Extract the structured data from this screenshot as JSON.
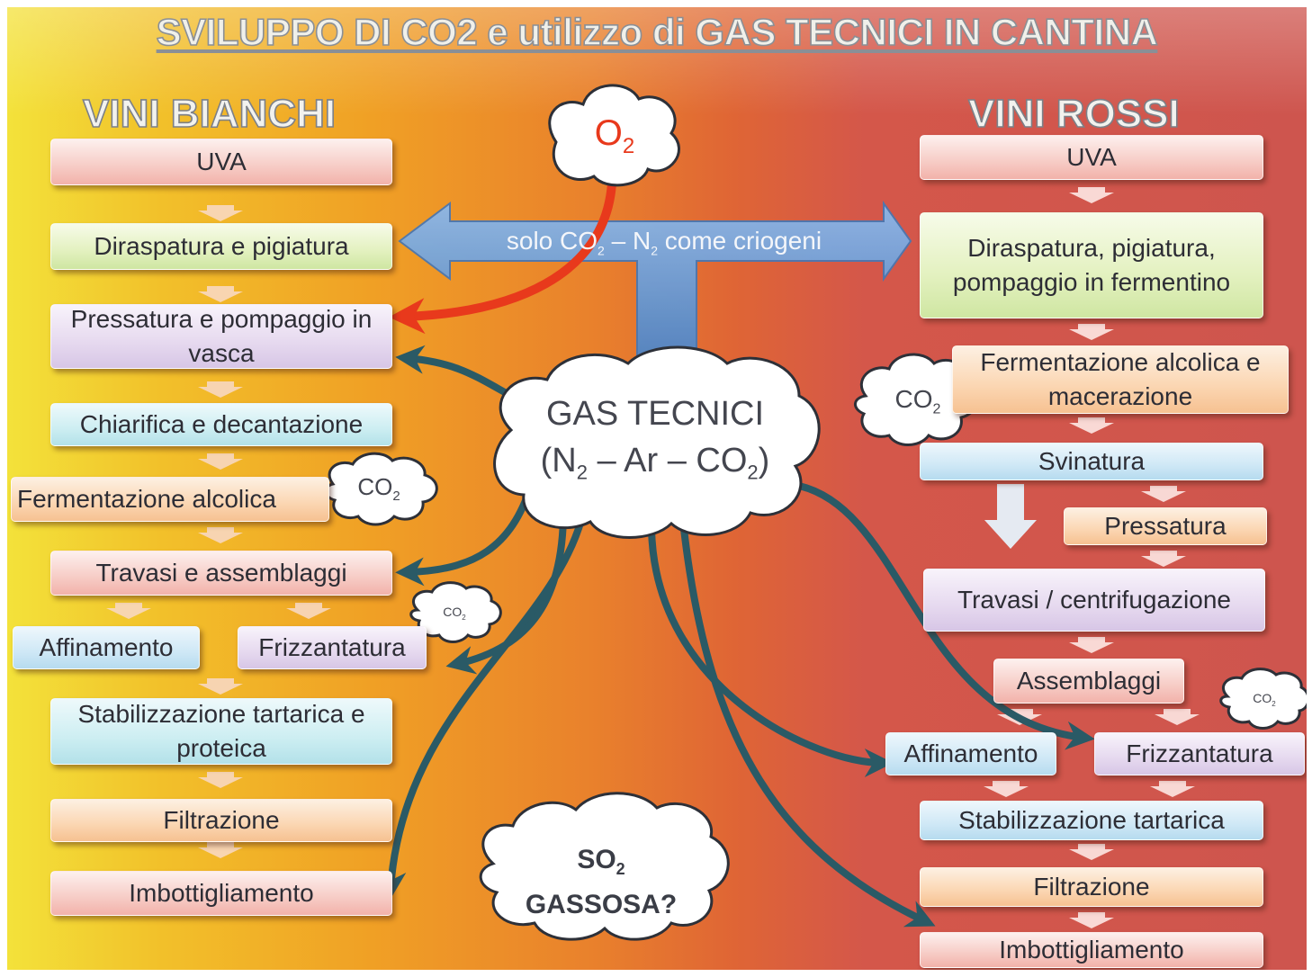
{
  "title": "SVILUPPO DI CO2 e utilizzo di GAS TECNICI IN CANTINA",
  "left_heading": "VINI BIANCHI",
  "right_heading": "VINI ROSSI",
  "center": {
    "o2_main": "O",
    "o2_sub": "2",
    "cryo_a": "solo CO",
    "cryo_sub1": "2",
    "cryo_b": " – N",
    "cryo_sub2": "2",
    "cryo_c": " come criogeni",
    "gas_line1": "GAS TECNICI",
    "gas_a": "(N",
    "gas_sub1": "2",
    "gas_b": " – Ar – CO",
    "gas_sub2": "2",
    "gas_c": ")",
    "so2_main": "SO",
    "so2_sub": "2",
    "so2_line2": "GASSOSA?"
  },
  "co2_label": {
    "main": "CO",
    "sub": "2"
  },
  "white": {
    "uva": "UVA",
    "diraspatura": "Diraspatura e pigiatura",
    "pressatura": "Pressatura e pompaggio in vasca",
    "chiarifica": "Chiarifica e decantazione",
    "fermentazione": "Fermentazione alcolica",
    "travasi": "Travasi e assemblaggi",
    "affinamento": "Affinamento",
    "frizzantatura": "Frizzantatura",
    "stabilizzazione": "Stabilizzazione tartarica e proteica",
    "filtrazione": "Filtrazione",
    "imbottigliamento": "Imbottigliamento"
  },
  "red": {
    "uva": "UVA",
    "diraspatura": "Diraspatura, pigiatura, pompaggio in fermentino",
    "fermentazione": "Fermentazione alcolica e macerazione",
    "svinatura": "Svinatura",
    "pressatura": "Pressatura",
    "travasi": "Travasi / centrifugazione",
    "assemblaggi": "Assemblaggi",
    "affinamento": "Affinamento",
    "frizzantatura": "Frizzantatura",
    "stabilizzazione": "Stabilizzazione tartarica",
    "filtrazione": "Filtrazione",
    "imbottigliamento": "Imbottigliamento"
  },
  "colors": {
    "gradient_left": "#f3e23a",
    "gradient_right": "#ce554e",
    "teal_arrow": "#2a5a66",
    "blue_arrow": "#6f9fd6",
    "red_arrow": "#e8391c"
  }
}
